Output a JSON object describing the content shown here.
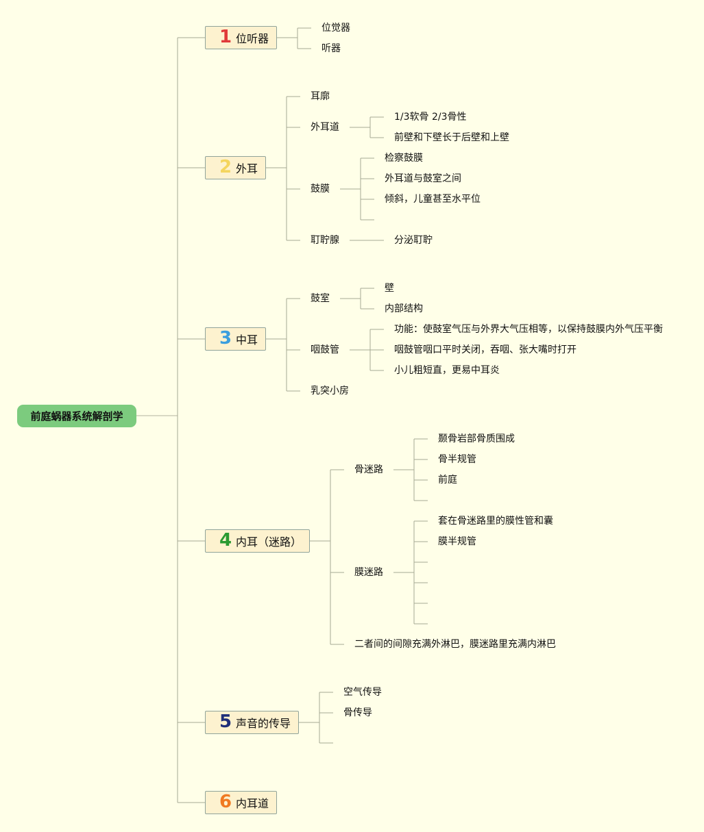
{
  "root": {
    "label": "前庭蜗器系统解剖学"
  },
  "topics": [
    {
      "number": "1",
      "label": "位听器",
      "badge_color": "#e03a3a",
      "children": [
        {
          "label": "位觉器"
        },
        {
          "label": "听器"
        }
      ]
    },
    {
      "number": "2",
      "label": "外耳",
      "badge_color": "#f4d55e",
      "children": [
        {
          "label": "耳廓"
        },
        {
          "label": "外耳道",
          "children": [
            {
              "label": "1/3软骨 2/3骨性"
            },
            {
              "label": "前壁和下壁长于后壁和上壁"
            }
          ]
        },
        {
          "label": "鼓膜",
          "children": [
            {
              "label": "检察鼓膜"
            },
            {
              "label": "外耳道与鼓室之间"
            },
            {
              "label": "倾斜，儿童甚至水平位"
            },
            {
              "label": ""
            }
          ]
        },
        {
          "label": "耵聍腺",
          "children": [
            {
              "label": "分泌耵聍"
            }
          ]
        }
      ]
    },
    {
      "number": "3",
      "label": "中耳",
      "badge_color": "#3b9ede",
      "children": [
        {
          "label": "鼓室",
          "children": [
            {
              "label": "壁"
            },
            {
              "label": "内部结构"
            }
          ]
        },
        {
          "label": "咽鼓管",
          "children": [
            {
              "label": "功能：使鼓室气压与外界大气压相等，以保持鼓膜内外气压平衡"
            },
            {
              "label": "咽鼓管咽口平时关闭，吞咽、张大嘴时打开"
            },
            {
              "label": "小儿粗短直，更易中耳炎"
            }
          ]
        },
        {
          "label": "乳突小房"
        }
      ]
    },
    {
      "number": "4",
      "label": "内耳（迷路）",
      "badge_color": "#2a9a32",
      "children": [
        {
          "label": "骨迷路",
          "children": [
            {
              "label": "颞骨岩部骨质围成"
            },
            {
              "label": "骨半规管"
            },
            {
              "label": "前庭"
            },
            {
              "label": ""
            }
          ]
        },
        {
          "label": "膜迷路",
          "children": [
            {
              "label": "套在骨迷路里的膜性管和囊"
            },
            {
              "label": "膜半规管"
            },
            {
              "label": ""
            },
            {
              "label": ""
            },
            {
              "label": ""
            },
            {
              "label": ""
            }
          ]
        },
        {
          "label": "二者间的间隙充满外淋巴，膜迷路里充满内淋巴"
        }
      ]
    },
    {
      "number": "5",
      "label": "声音的传导",
      "badge_color": "#1f2f7a",
      "children": [
        {
          "label": "空气传导"
        },
        {
          "label": "骨传导"
        },
        {
          "label": ""
        }
      ]
    },
    {
      "number": "6",
      "label": "内耳道",
      "badge_color": "#f07a22",
      "children": []
    }
  ]
}
